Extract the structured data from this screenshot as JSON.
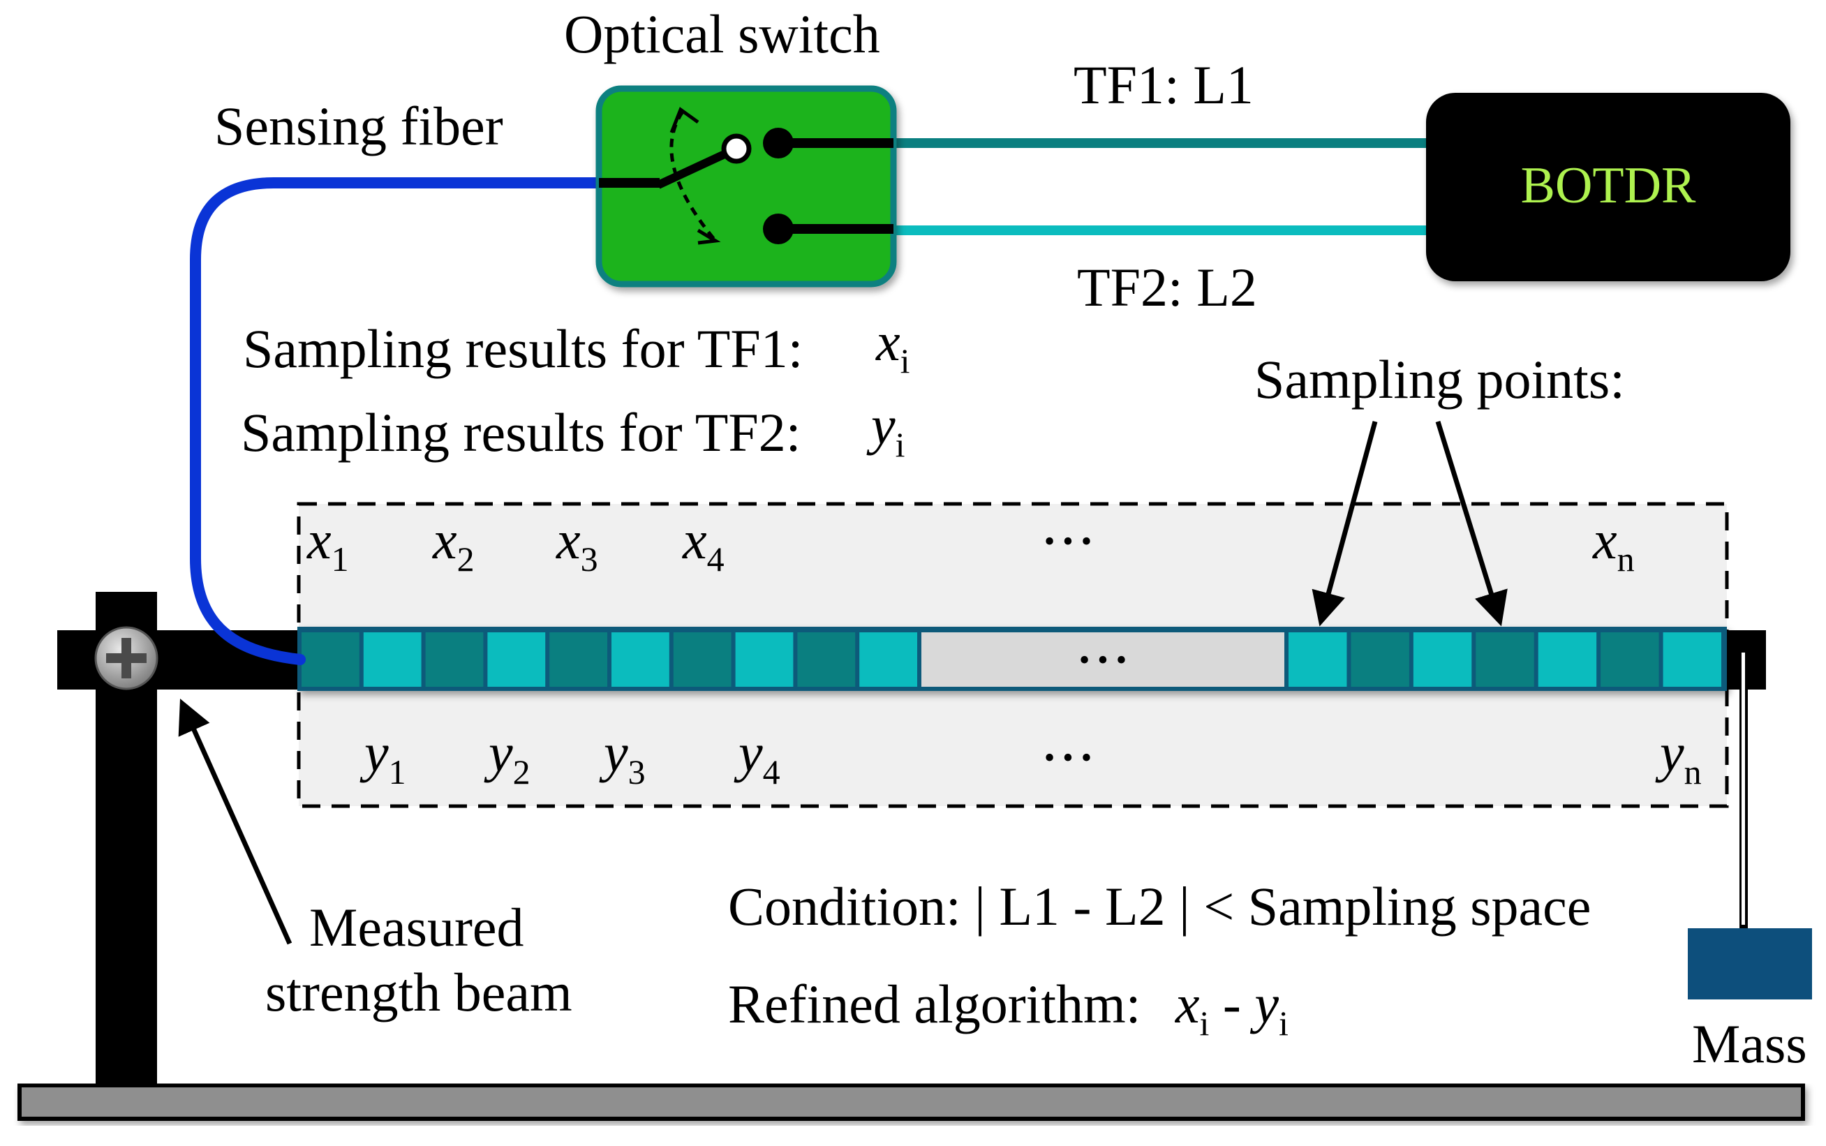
{
  "colors": {
    "fiber_blue": "#0a34d6",
    "tf1_teal_dark": "#0a7f80",
    "tf2_teal_light": "#0bbcbe",
    "switch_green": "#1cb31c",
    "switch_border": "#0a8080",
    "botdr_bg": "#000000",
    "botdr_text": "#aef24f",
    "tf2_label": "#1b3d6c",
    "mass": "#0d4f7c",
    "panel_fill": "#f0f0f0",
    "ellipsis_fill": "#d9d9d9",
    "ground": "#8f8f8f"
  },
  "labels": {
    "optical_switch": "Optical switch",
    "sensing_fiber": "Sensing fiber",
    "tf1": "TF1: L1",
    "tf2": "TF2: L2",
    "botdr": "BOTDR",
    "sampling_points": "Sampling points:",
    "measured": "Measured",
    "strength_beam": "strength beam",
    "mass": "Mass"
  },
  "sampling_results": {
    "tf1_label": "Sampling results for TF1:",
    "tf1_var": "x",
    "tf1_sub": "i",
    "tf2_label": "Sampling results for TF2:",
    "tf2_var": "y",
    "tf2_sub": "i"
  },
  "x_labels": [
    {
      "var": "x",
      "sub": "1"
    },
    {
      "var": "x",
      "sub": "2"
    },
    {
      "var": "x",
      "sub": "3"
    },
    {
      "var": "x",
      "sub": "4"
    },
    {
      "var": "x",
      "sub": "n"
    }
  ],
  "y_labels": [
    {
      "var": "y",
      "sub": "1"
    },
    {
      "var": "y",
      "sub": "2"
    },
    {
      "var": "y",
      "sub": "3"
    },
    {
      "var": "y",
      "sub": "4"
    },
    {
      "var": "y",
      "sub": "n"
    }
  ],
  "ellipsis": "• • •",
  "condition": "Condition: | L1 - L2 | < Sampling space",
  "refined": {
    "label": "Refined algorithm:",
    "x": "x",
    "x_sub": "i",
    "minus": " - ",
    "y": "y",
    "y_sub": "i"
  },
  "segments": {
    "left": [
      "dark",
      "light",
      "dark",
      "light",
      "dark",
      "light",
      "dark",
      "light",
      "dark",
      "light"
    ],
    "right": [
      "light",
      "dark",
      "light",
      "dark",
      "light",
      "dark",
      "light"
    ]
  }
}
